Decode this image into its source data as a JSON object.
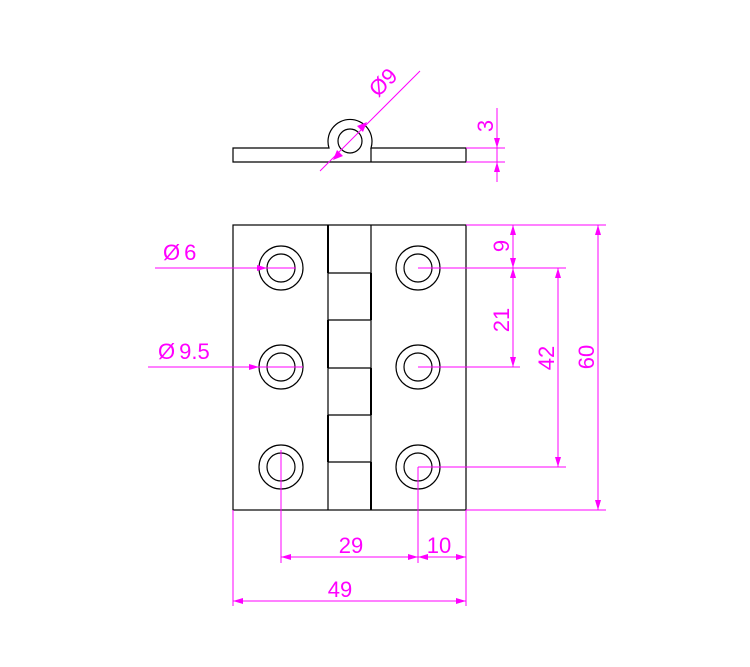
{
  "colors": {
    "outline": "#000000",
    "dimension": "#ff00ff"
  },
  "dimensions": {
    "pin_diameter": "9",
    "plate_thickness": "3",
    "hole_diameter": "6",
    "countersink_diameter": "9.5",
    "edge_to_first_hole": "9",
    "hole_pitch": "21",
    "hole_span": "42",
    "overall_height": "60",
    "hole_column_spacing": "29",
    "hole_to_edge": "10",
    "overall_width": "49"
  },
  "diameter_symbol": "Ø"
}
